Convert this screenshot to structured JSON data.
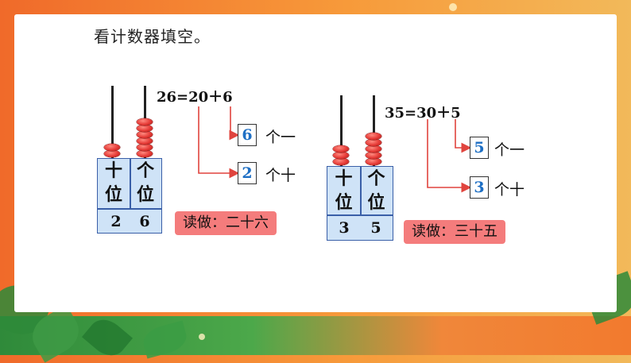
{
  "title": "看计数器填空。",
  "abacus_left": {
    "tens_label": [
      "十",
      "位"
    ],
    "ones_label": [
      "个",
      "位"
    ],
    "tens_beads": 2,
    "ones_beads": 6,
    "tens_digit": "2",
    "ones_digit": "6",
    "equation": "26=20＋6",
    "answer_ones": "6",
    "answer_ones_unit": "个一",
    "answer_tens": "2",
    "answer_tens_unit": "个十",
    "reading": "读做：二十六"
  },
  "abacus_right": {
    "tens_label": [
      "十",
      "位"
    ],
    "ones_label": [
      "个",
      "位"
    ],
    "tens_beads": 3,
    "ones_beads": 5,
    "tens_digit": "3",
    "ones_digit": "5",
    "equation": "35=30＋5",
    "answer_ones": "5",
    "answer_ones_unit": "个一",
    "answer_tens": "3",
    "answer_tens_unit": "个十",
    "reading": "读做：三十五"
  },
  "colors": {
    "frame": "#f06a2a",
    "bead": "#e53935",
    "abacus_fill": "#cfe3f7",
    "answer_text": "#1e6fc4",
    "arrow": "#e0443e",
    "reading_bg": "#f47c7c"
  }
}
